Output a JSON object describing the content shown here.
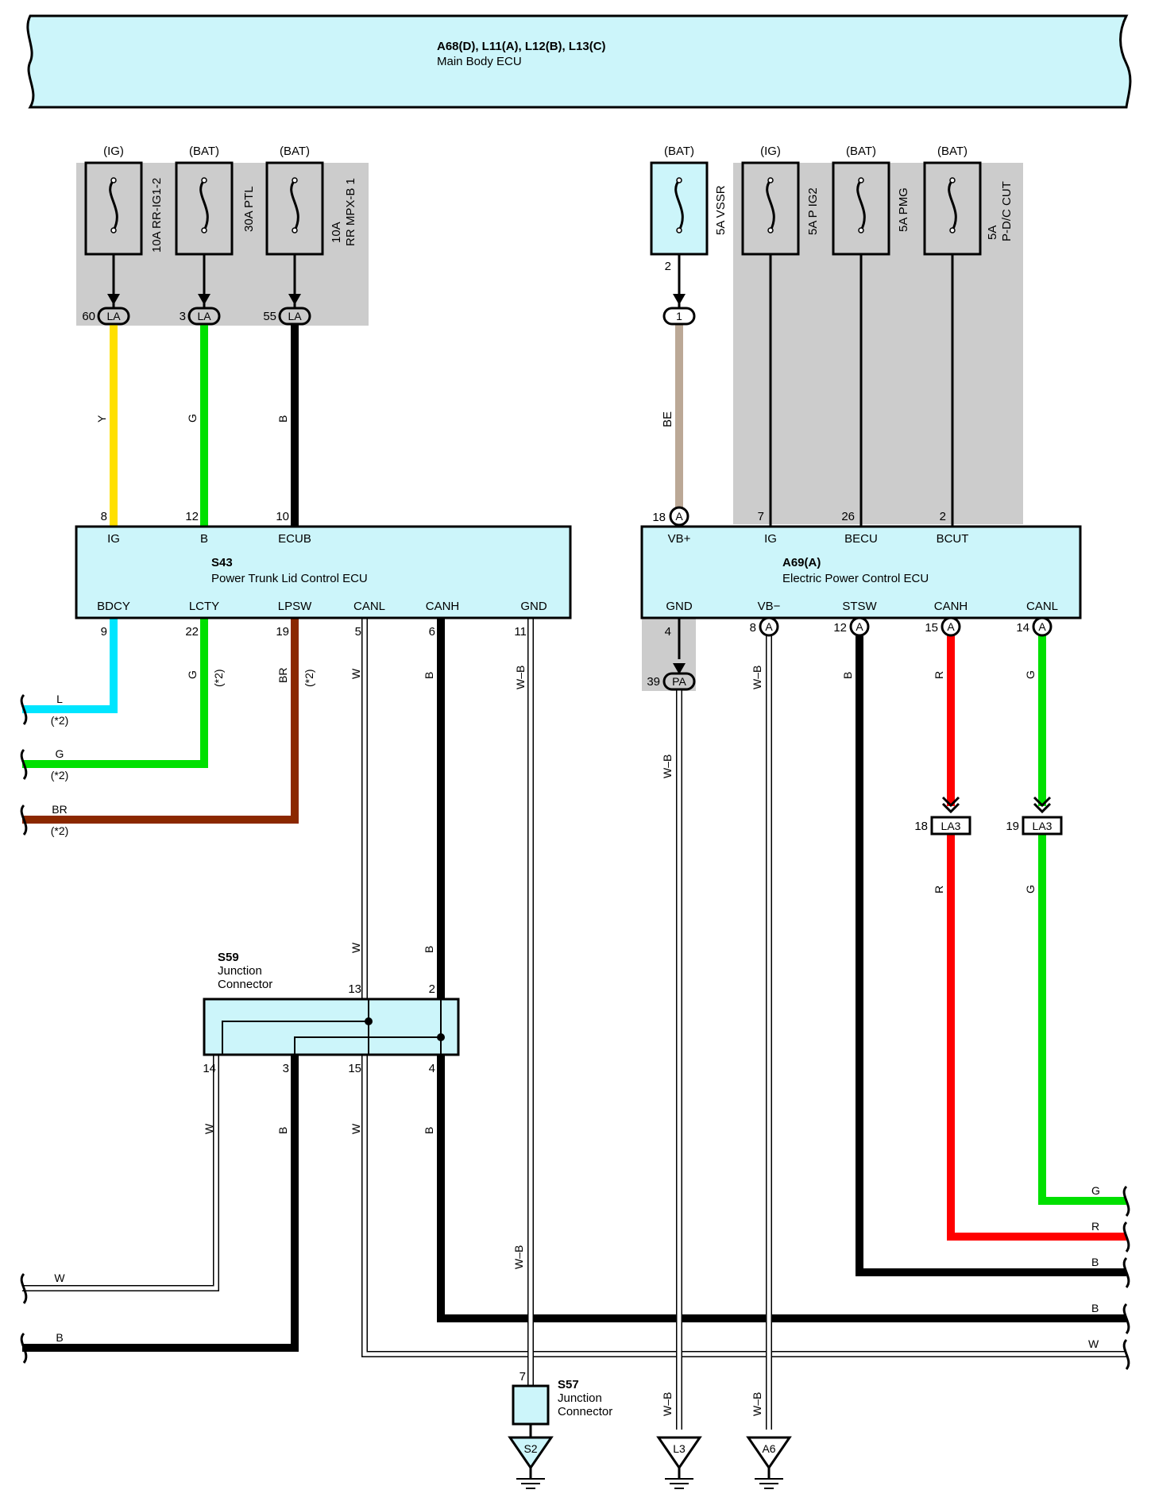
{
  "top_ecu": {
    "connectors": "A68(D), L11(A), L12(B), L13(C)",
    "name": "Main Body ECU"
  },
  "power_sources": {
    "f1": "(IG)",
    "f2": "(BAT)",
    "f3": "(BAT)",
    "f4": "(BAT)",
    "f5": "(IG)",
    "f6": "(BAT)",
    "f7": "(BAT)"
  },
  "fuses": {
    "f1": "10A RR-IG1-2",
    "f2": "30A PTL",
    "f3_a": "10A",
    "f3_b": "RR MPX-B 1",
    "f4": "5A VSSR",
    "f5": "5A P IG2",
    "f6": "5A PMG",
    "f7_a": "5A",
    "f7_b": "P-D/C CUT"
  },
  "connector_pins": {
    "la_60": "60",
    "la_3": "3",
    "la_55": "55",
    "la": "LA",
    "f4_pin": "2",
    "f4_conn": "1"
  },
  "s43": {
    "id": "S43",
    "name": "Power Trunk Lid Control ECU",
    "top_terms": [
      "IG",
      "B",
      "ECUB"
    ],
    "top_pins": [
      "8",
      "12",
      "10"
    ],
    "bottom_terms": [
      "BDCY",
      "LCTY",
      "LPSW",
      "CANL",
      "CANH",
      "GND"
    ],
    "bottom_pins": [
      "9",
      "22",
      "19",
      "5",
      "6",
      "11"
    ]
  },
  "a69": {
    "id": "A69(A)",
    "name": "Electric Power Control ECU",
    "top_terms": [
      "VB+",
      "IG",
      "BECU",
      "BCUT"
    ],
    "top_pins": [
      "18",
      "7",
      "26",
      "2"
    ],
    "conn_a": "A",
    "bottom_terms": [
      "GND",
      "VB−",
      "STSW",
      "CANH",
      "CANL"
    ],
    "bottom_pins": [
      "4",
      "8",
      "12",
      "15",
      "14"
    ]
  },
  "wire_colors": {
    "y": "Y",
    "g": "G",
    "b": "B",
    "be": "BE",
    "l": "L",
    "br": "BR",
    "w": "W",
    "wb": "W–B",
    "r": "R",
    "star2": "(*2)"
  },
  "pa": {
    "pin": "39",
    "conn": "PA"
  },
  "la3": {
    "pin18": "18",
    "pin19": "19",
    "conn": "LA3"
  },
  "s59": {
    "id": "S59",
    "line1": "Junction",
    "line2": "Connector",
    "pins": {
      "p13": "13",
      "p2": "2",
      "p14": "14",
      "p3": "3",
      "p15": "15",
      "p4": "4"
    }
  },
  "s57": {
    "id": "S57",
    "line1": "Junction",
    "line2": "Connector",
    "pin": "7"
  },
  "grounds": {
    "s2": "S2",
    "l3": "L3",
    "a6": "A6"
  },
  "colors": {
    "ecu_fill": "#ccf5fa",
    "shade": "#cccccc",
    "yellow": "#ffe000",
    "green": "#00e000",
    "cyan": "#00e5ff",
    "brown": "#8b2800",
    "beige": "#bba896",
    "red": "#ff0000",
    "black": "#000000"
  }
}
